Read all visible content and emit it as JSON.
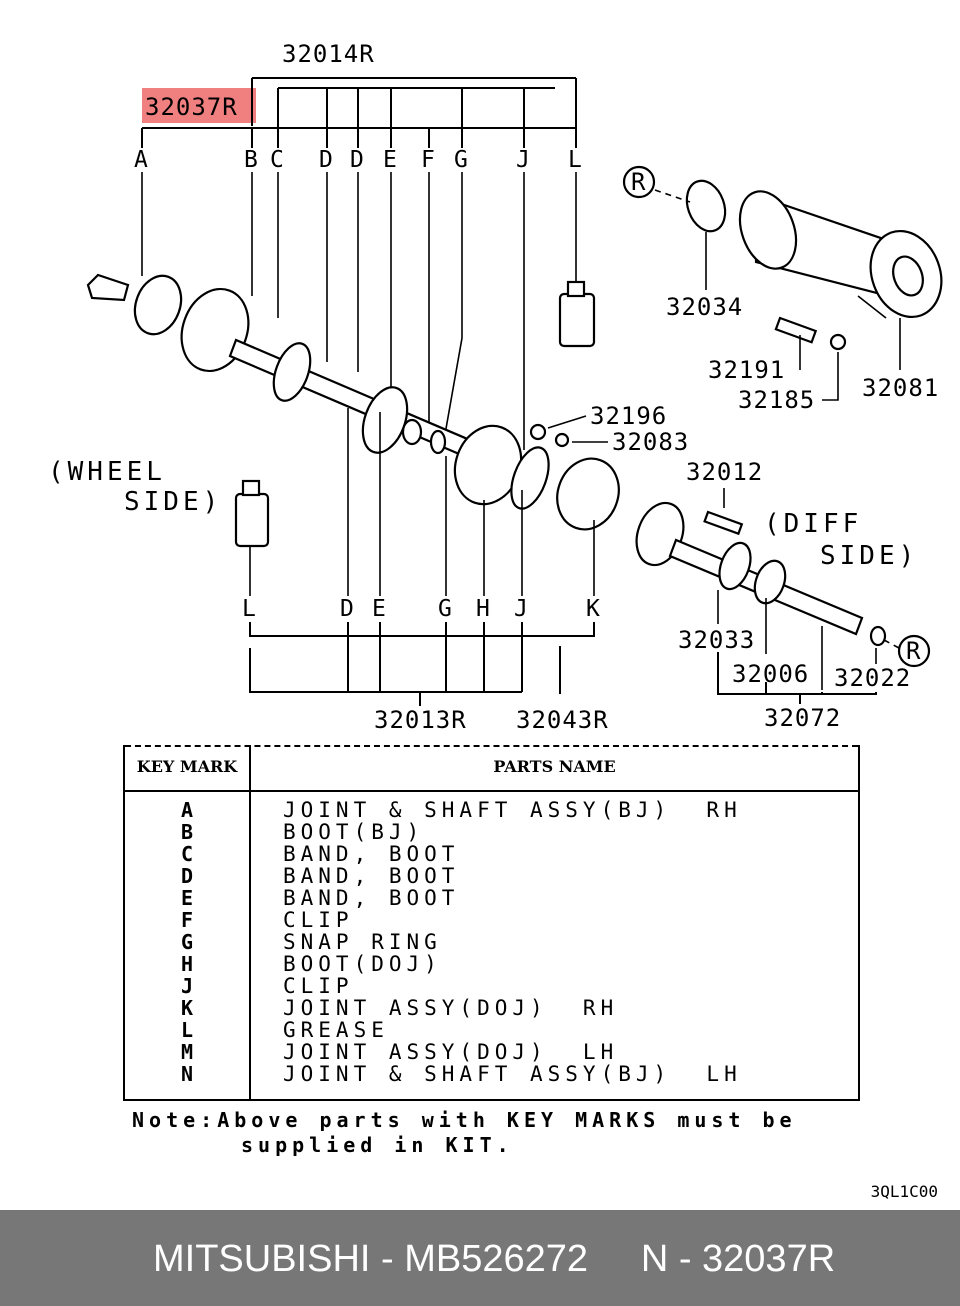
{
  "diagram": {
    "callouts": {
      "c32014R": "32014R",
      "c32037R": "32037R",
      "c32034": "32034",
      "c32191": "32191",
      "c32185": "32185",
      "c32081": "32081",
      "c32196": "32196",
      "c32083": "32083",
      "c32012": "32012",
      "c32033": "32033",
      "c32006": "32006",
      "c32022": "32022",
      "c32072": "32072",
      "c32013R": "32013R",
      "c32043R": "32043R"
    },
    "top_keys": [
      "A",
      "B",
      "C",
      "D",
      "D",
      "E",
      "F",
      "G",
      "J",
      "L"
    ],
    "bottom_keys": [
      "L",
      "D",
      "E",
      "G",
      "H",
      "J",
      "K"
    ],
    "ref_mark": "R",
    "wheel_side": [
      "(WHEEL",
      "SIDE)"
    ],
    "diff_side": [
      "(DIFF",
      "SIDE)"
    ],
    "highlight_color": "#f08080"
  },
  "table": {
    "header_key": "KEY MARK",
    "header_name": "PARTS NAME",
    "rows": [
      {
        "key": "A",
        "name": "JOINT & SHAFT ASSY(BJ)  RH"
      },
      {
        "key": "B",
        "name": "BOOT(BJ)"
      },
      {
        "key": "C",
        "name": "BAND, BOOT"
      },
      {
        "key": "D",
        "name": "BAND, BOOT"
      },
      {
        "key": "E",
        "name": "BAND, BOOT"
      },
      {
        "key": "F",
        "name": "CLIP"
      },
      {
        "key": "G",
        "name": "SNAP RING"
      },
      {
        "key": "H",
        "name": "BOOT(DOJ)"
      },
      {
        "key": "J",
        "name": "CLIP"
      },
      {
        "key": "K",
        "name": "JOINT ASSY(DOJ)  RH"
      },
      {
        "key": "L",
        "name": "GREASE"
      },
      {
        "key": "M",
        "name": "JOINT ASSY(DOJ)  LH"
      },
      {
        "key": "N",
        "name": "JOINT & SHAFT ASSY(BJ)  LH"
      }
    ]
  },
  "note": {
    "line1": "Note:Above parts with KEY MARKS must be",
    "line2": "supplied in KIT."
  },
  "diagram_code": "3QL1C00",
  "footer": {
    "text": "MITSUBISHI - MB526272     N - 32037R"
  }
}
